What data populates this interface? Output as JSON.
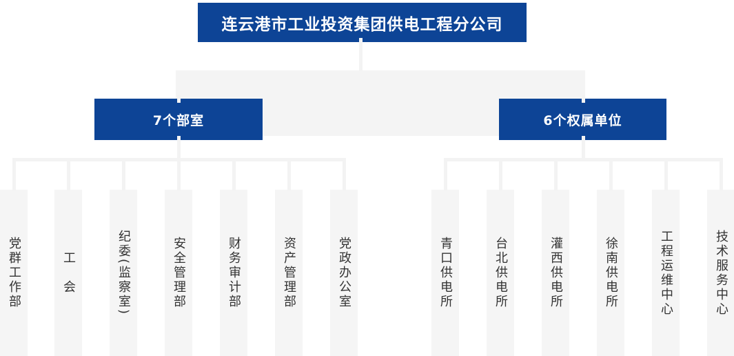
{
  "org": {
    "title": "连云港市工业投资集团供电工程分公司",
    "groups": [
      {
        "label": "7个部室",
        "children": [
          "党群工作部",
          "工　会",
          "纪委(监察室)",
          "安全管理部",
          "财务审计部",
          "资产管理部",
          "党政办公室"
        ]
      },
      {
        "label": "6个权属单位",
        "children": [
          "青口供电所",
          "台北供电所",
          "灌西供电所",
          "徐南供电所",
          "工程运维中心",
          "技术服务中心"
        ]
      }
    ],
    "colors": {
      "node_blue": "#0d4496",
      "band_gray": "#f4f4f4",
      "line_gray": "#f3f3f3",
      "leaf_gray": "#f5f5f5",
      "leaf_text": "#333333"
    }
  }
}
